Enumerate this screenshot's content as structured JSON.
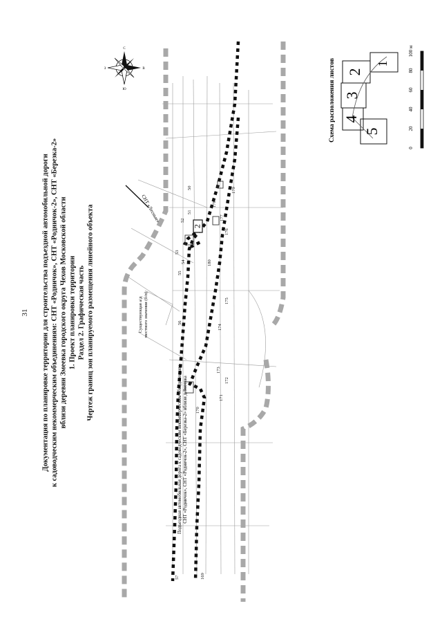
{
  "page_number": "31",
  "title": {
    "line1": "Документация по планировке территории для строительства подъездной автомобильной дороги",
    "line2": "к садоводческим некоммерческим объединениям: СНТ «Родничок», СНТ «Родничок-2», СНТ «Березка-2»",
    "line3": "вблизи деревни Змеевка городского округа Чехов Московской области",
    "line4": "1. Проект планировки территории",
    "line5": "Раздел 2. Графическая часть",
    "line6": "Чертеж границ зон планируемого размещения линейного объекта"
  },
  "map": {
    "road_label": "Существующая а/д местного значения (б/п)",
    "road_label_l1": "Существующая а/д",
    "road_label_l2": "местного значения (б/п)",
    "access_road_l1": "Подъездная автомобильная дорога к садоводческим некоммерческим объединениям",
    "access_road_l2": "СНТ «Родничок», СНТ «Родничок-2», СНТ «Березка-2» вблизи д.Змеевка",
    "snt_label": "СНТ «Лесные»",
    "sheet_marker": "2",
    "point_labels": [
      "57",
      "169",
      "170",
      "171",
      "172",
      "173",
      "174",
      "175",
      "50",
      "51",
      "52",
      "53",
      "54",
      "55",
      "56",
      "176",
      "177",
      "178",
      "179",
      "180"
    ],
    "compass_letters": {
      "n": "С",
      "s": "Ю",
      "e": "В",
      "w": "З"
    }
  },
  "sheet_scheme": {
    "title": "Схема расположения листов",
    "sheets": [
      "1",
      "2",
      "3",
      "4",
      "5"
    ],
    "scale_ticks": [
      "0",
      "20",
      "40",
      "60",
      "80",
      "100 м"
    ]
  },
  "colors": {
    "outer_dash": "#a8a8a8",
    "inner_dash": "#111111",
    "map_lines": "#8a8a8a"
  }
}
